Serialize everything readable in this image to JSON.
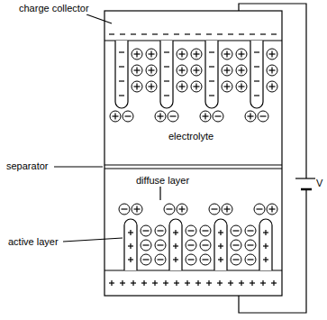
{
  "diagram": {
    "labels": [
      "charge collector",
      "electrolyte",
      "separator",
      "diffuse layer",
      "active layer",
      "V"
    ]
  }
}
